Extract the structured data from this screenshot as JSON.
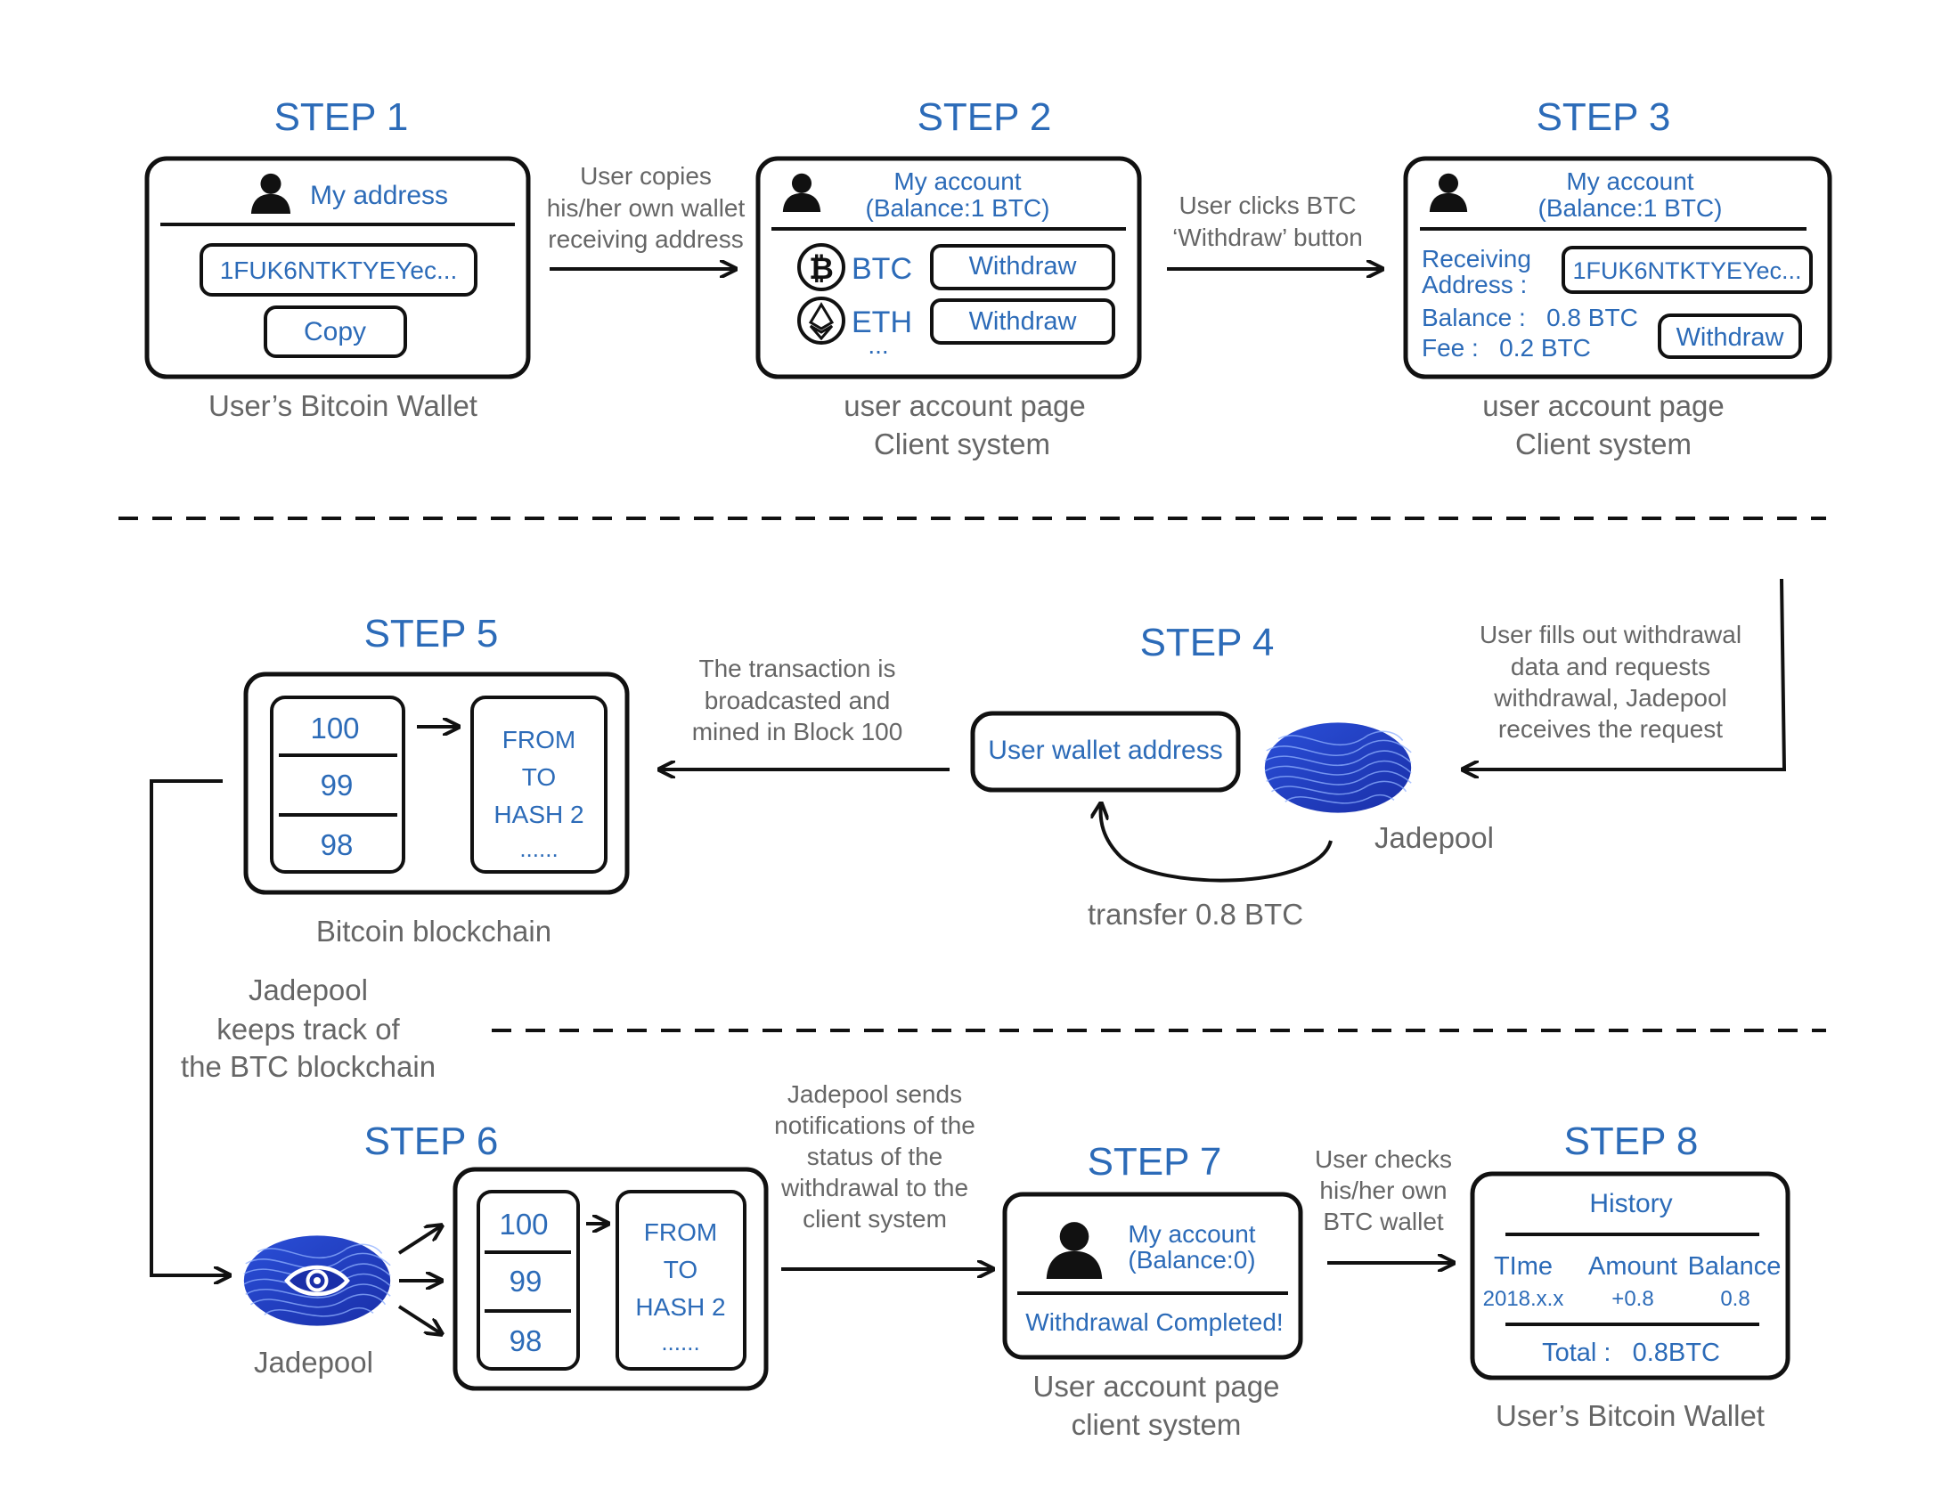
{
  "steps": {
    "s1": "STEP 1",
    "s2": "STEP 2",
    "s3": "STEP 3",
    "s4": "STEP 4",
    "s5": "STEP 5",
    "s6": "STEP 6",
    "s7": "STEP 7",
    "s8": "STEP 8"
  },
  "step1": {
    "title": "My address",
    "address": "1FUK6NTKTYEYec...",
    "copy": "Copy",
    "caption": "User’s Bitcoin Wallet"
  },
  "step2": {
    "title1": "My account",
    "title2": "(Balance:1 BTC)",
    "btc": "BTC",
    "eth": "ETH",
    "more": "...",
    "withdraw": "Withdraw",
    "caption1": "user account page",
    "caption2": "Client system"
  },
  "step3": {
    "title1": "My account",
    "title2": "(Balance:1 BTC)",
    "receiving1": "Receiving",
    "receiving2": "Address :",
    "address": "1FUK6NTKTYEYec...",
    "balance": "Balance :   0.8 BTC",
    "fee": "Fee :   0.2 BTC",
    "withdraw": "Withdraw",
    "caption1": "user account page",
    "caption2": "Client system"
  },
  "step4": {
    "wallet": "User wallet address",
    "jadepool": "Jadepool",
    "transfer": "transfer 0.8 BTC"
  },
  "step5": {
    "b1": "100",
    "b2": "99",
    "b3": "98",
    "from": "FROM",
    "to": "TO",
    "hash": "HASH 2",
    "dots": "......",
    "caption": "Bitcoin blockchain"
  },
  "step6": {
    "b1": "100",
    "b2": "99",
    "b3": "98",
    "from": "FROM",
    "to": "TO",
    "hash": "HASH 2",
    "dots": "......",
    "jadepool": "Jadepool"
  },
  "step7": {
    "title1": "My account",
    "title2": "(Balance:0)",
    "completed": "Withdrawal Completed!",
    "caption1": "User account page",
    "caption2": "client system"
  },
  "step8": {
    "title": "History",
    "col_time": "TIme",
    "col_amount": "Amount",
    "col_balance": "Balance",
    "row_time": "2018.x.x",
    "row_amount": "+0.8",
    "row_balance": "0.8",
    "total": "Total :   0.8BTC",
    "caption": "User’s Bitcoin Wallet"
  },
  "annotations": {
    "a12": [
      "User copies",
      "his/her own wallet",
      "receiving address"
    ],
    "a23": [
      "User clicks BTC",
      "‘Withdraw’ button"
    ],
    "a34": [
      "User fills out withdrawal",
      "data and requests",
      "withdrawal, Jadepool",
      "receives the request"
    ],
    "a45": [
      "The transaction is",
      "broadcasted and",
      "mined in Block 100"
    ],
    "a56": [
      "Jadepool",
      "keeps track of",
      "the BTC blockchain"
    ],
    "a67": [
      "Jadepool sends",
      "notifications of the",
      "status of the",
      "withdrawal to the",
      "client system"
    ],
    "a78": [
      "User checks",
      "his/her own",
      "BTC wallet"
    ]
  },
  "colors": {
    "accent": "#2c6bb8",
    "text": "#666666",
    "stroke": "#111111"
  }
}
